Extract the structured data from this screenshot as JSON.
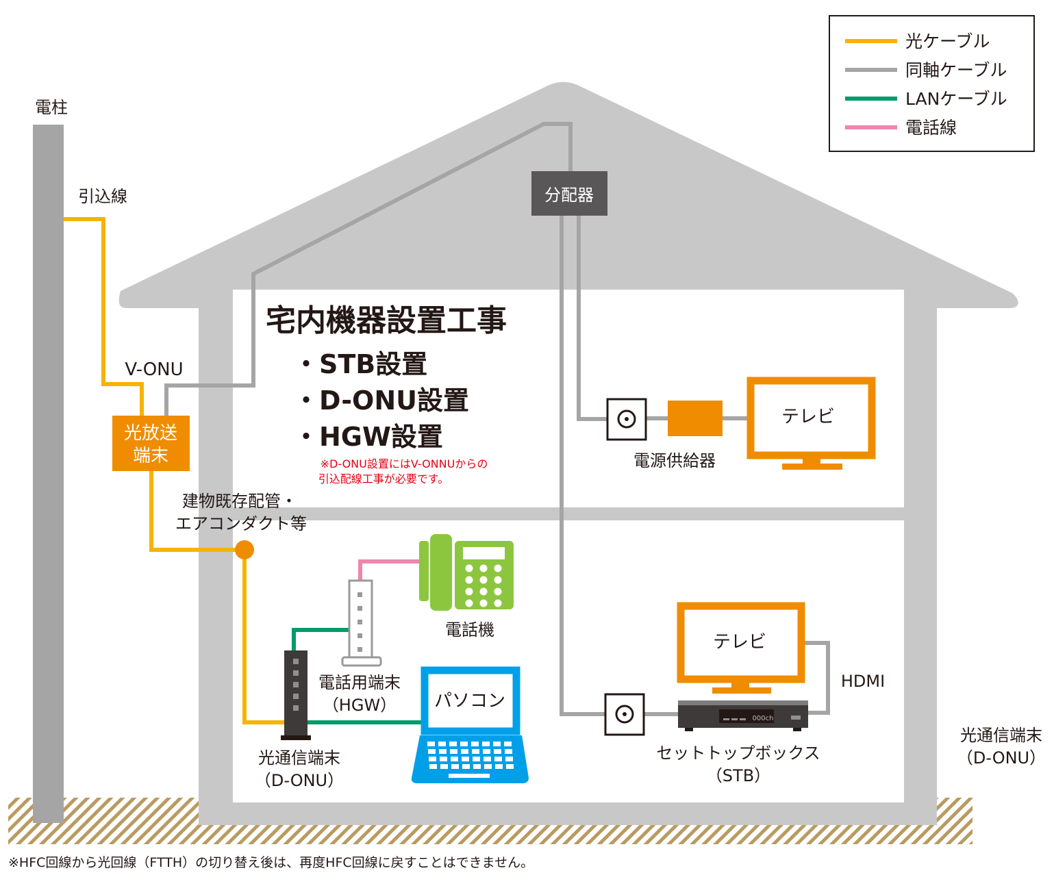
{
  "legend": {
    "items": [
      {
        "label": "光ケーブル",
        "color": "#f5b400"
      },
      {
        "label": "同軸ケーブル",
        "color": "#a5a5a5"
      },
      {
        "label": "LANケーブル",
        "color": "#009b6b"
      },
      {
        "label": "電話線",
        "color": "#ee86ad"
      }
    ]
  },
  "labels": {
    "pole": "電柱",
    "drop_line": "引込線",
    "v_onu": "V-ONU",
    "optical_terminal_line1": "光放送",
    "optical_terminal_line2": "端末",
    "splitter": "分配器",
    "existing_conduit_line1": "建物既存配管・",
    "existing_conduit_line2": "エアコンダクト等",
    "power_supply": "電源供給器",
    "tv_upper": "テレビ",
    "tv_lower": "テレビ",
    "hdmi": "HDMI",
    "phone": "電話機",
    "hgw_line1": "電話用端末",
    "hgw_line2": "（HGW）",
    "pc": "パソコン",
    "donu_line1": "光通信端末",
    "donu_line2": "（D-ONU）",
    "stb_line1": "セットトップボックス",
    "stb_line2": "（STB）",
    "stb_display": "000ch",
    "right_donu_line1": "光通信端末",
    "right_donu_line2": "（D-ONU）"
  },
  "work": {
    "title": "宅内機器設置工事",
    "items": [
      "・STB設置",
      "・D-ONU設置",
      "・HGW設置"
    ],
    "note_line1": "※D-ONU設置にはV-ONNUからの",
    "note_line2": "引込配線工事が必要です。"
  },
  "footer_note": "※HFC回線から光回線（FTTH）の切り替え後は、再度HFC回線に戻すことはできません。",
  "colors": {
    "house": "#c8c8c8",
    "coax": "#a5a5a5",
    "fiber": "#f5b400",
    "lan": "#009b6b",
    "phone_line": "#ee86ad",
    "device_orange": "#f08c00",
    "splitter_box": "#595757",
    "phone_green": "#8cc63f",
    "pc_blue": "#00a0e9",
    "note_red": "#e60012"
  }
}
